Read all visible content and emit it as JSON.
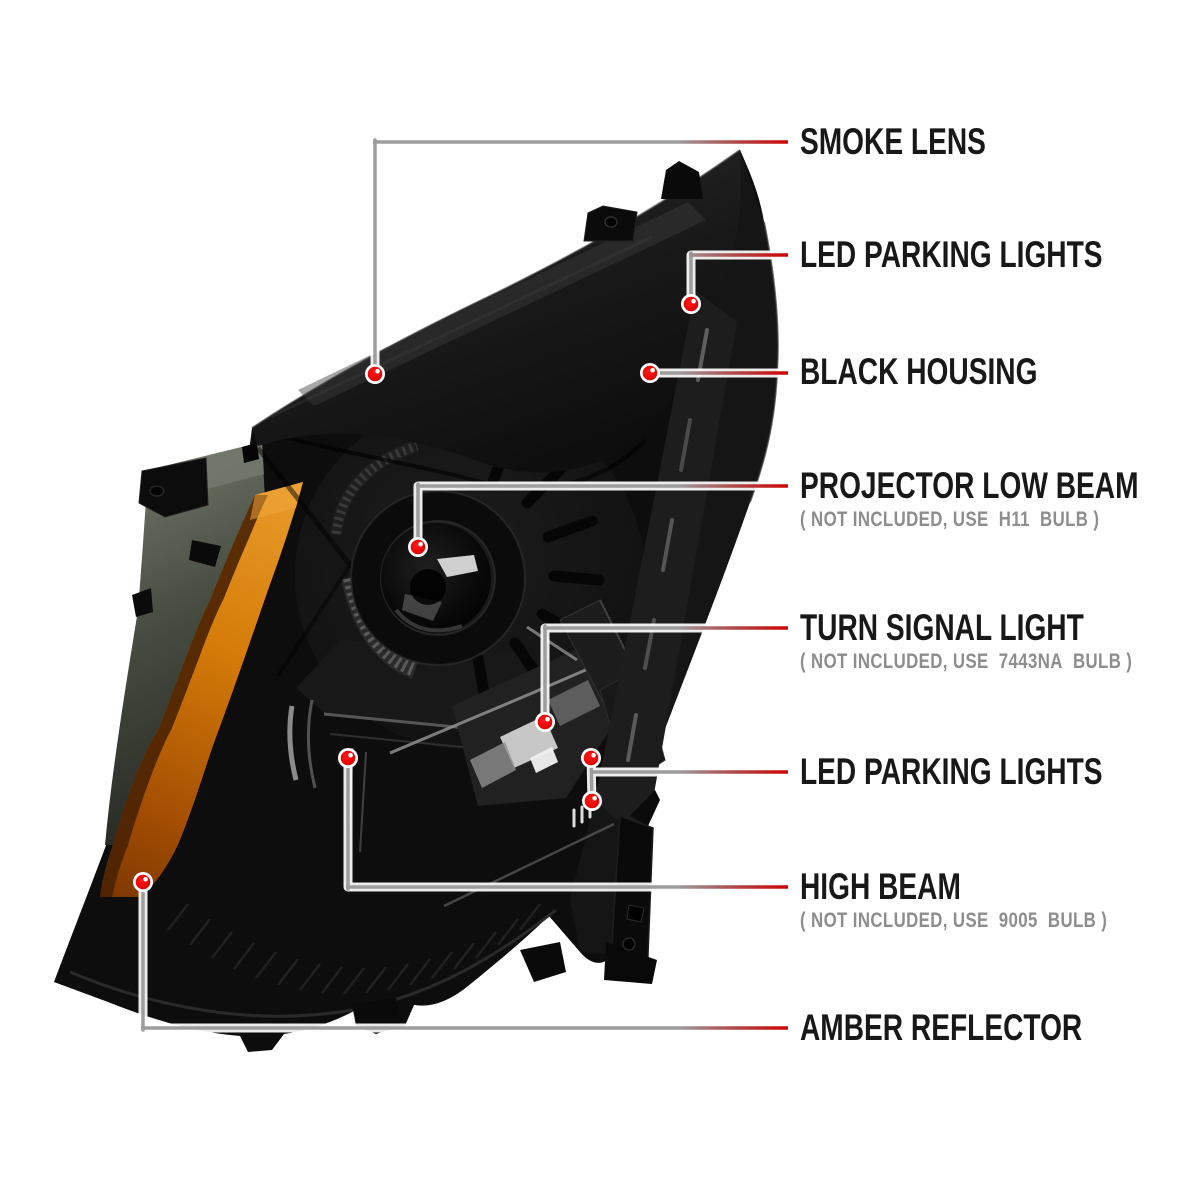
{
  "illustration": {
    "description": "Black smoked projector headlight assembly, three-quarter view, on white background",
    "style": "product callout diagram"
  },
  "colors": {
    "background": "#ffffff",
    "callout_dot": "#e00000",
    "leader_line": "#9d9d9d",
    "leader_tip_red": "#d10404",
    "title_text": "#181818",
    "note_text": "#8d8d8d",
    "amber_reflector": "#d47a08",
    "housing_black": "#0d0d0d"
  },
  "callouts": [
    {
      "id": "smoke-lens",
      "title": "SMOKE LENS",
      "note": ""
    },
    {
      "id": "led-parking-lights-top",
      "title": "LED PARKING LIGHTS",
      "note": ""
    },
    {
      "id": "black-housing",
      "title": "BLACK HOUSING",
      "note": ""
    },
    {
      "id": "projector-low-beam",
      "title": "PROJECTOR LOW BEAM",
      "note": "( NOT INCLUDED, USE  H11  BULB )"
    },
    {
      "id": "turn-signal-light",
      "title": "TURN SIGNAL LIGHT",
      "note": "( NOT INCLUDED, USE  7443NA  BULB )"
    },
    {
      "id": "led-parking-lights-bottom",
      "title": "LED PARKING LIGHTS",
      "note": ""
    },
    {
      "id": "high-beam",
      "title": "HIGH BEAM",
      "note": "( NOT INCLUDED, USE  9005  BULB )"
    },
    {
      "id": "amber-reflector",
      "title": "AMBER REFLECTOR",
      "note": ""
    }
  ]
}
